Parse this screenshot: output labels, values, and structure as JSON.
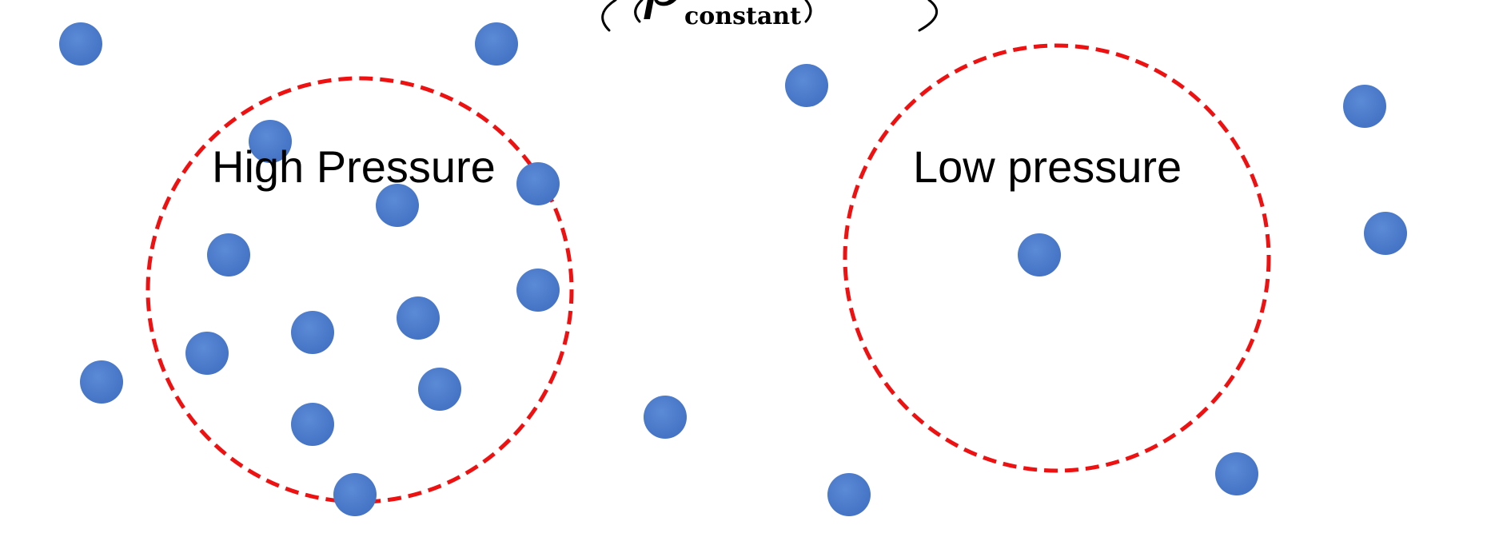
{
  "formula": {
    "symbol": "ρ",
    "subscript": "constant"
  },
  "regions": [
    {
      "id": "high",
      "label": "High Pressure"
    },
    {
      "id": "low",
      "label": "Low pressure"
    }
  ],
  "colors": {
    "particle": "#4472C4",
    "boundary": "#EE1111",
    "text": "#000000",
    "background": "#ffffff"
  }
}
